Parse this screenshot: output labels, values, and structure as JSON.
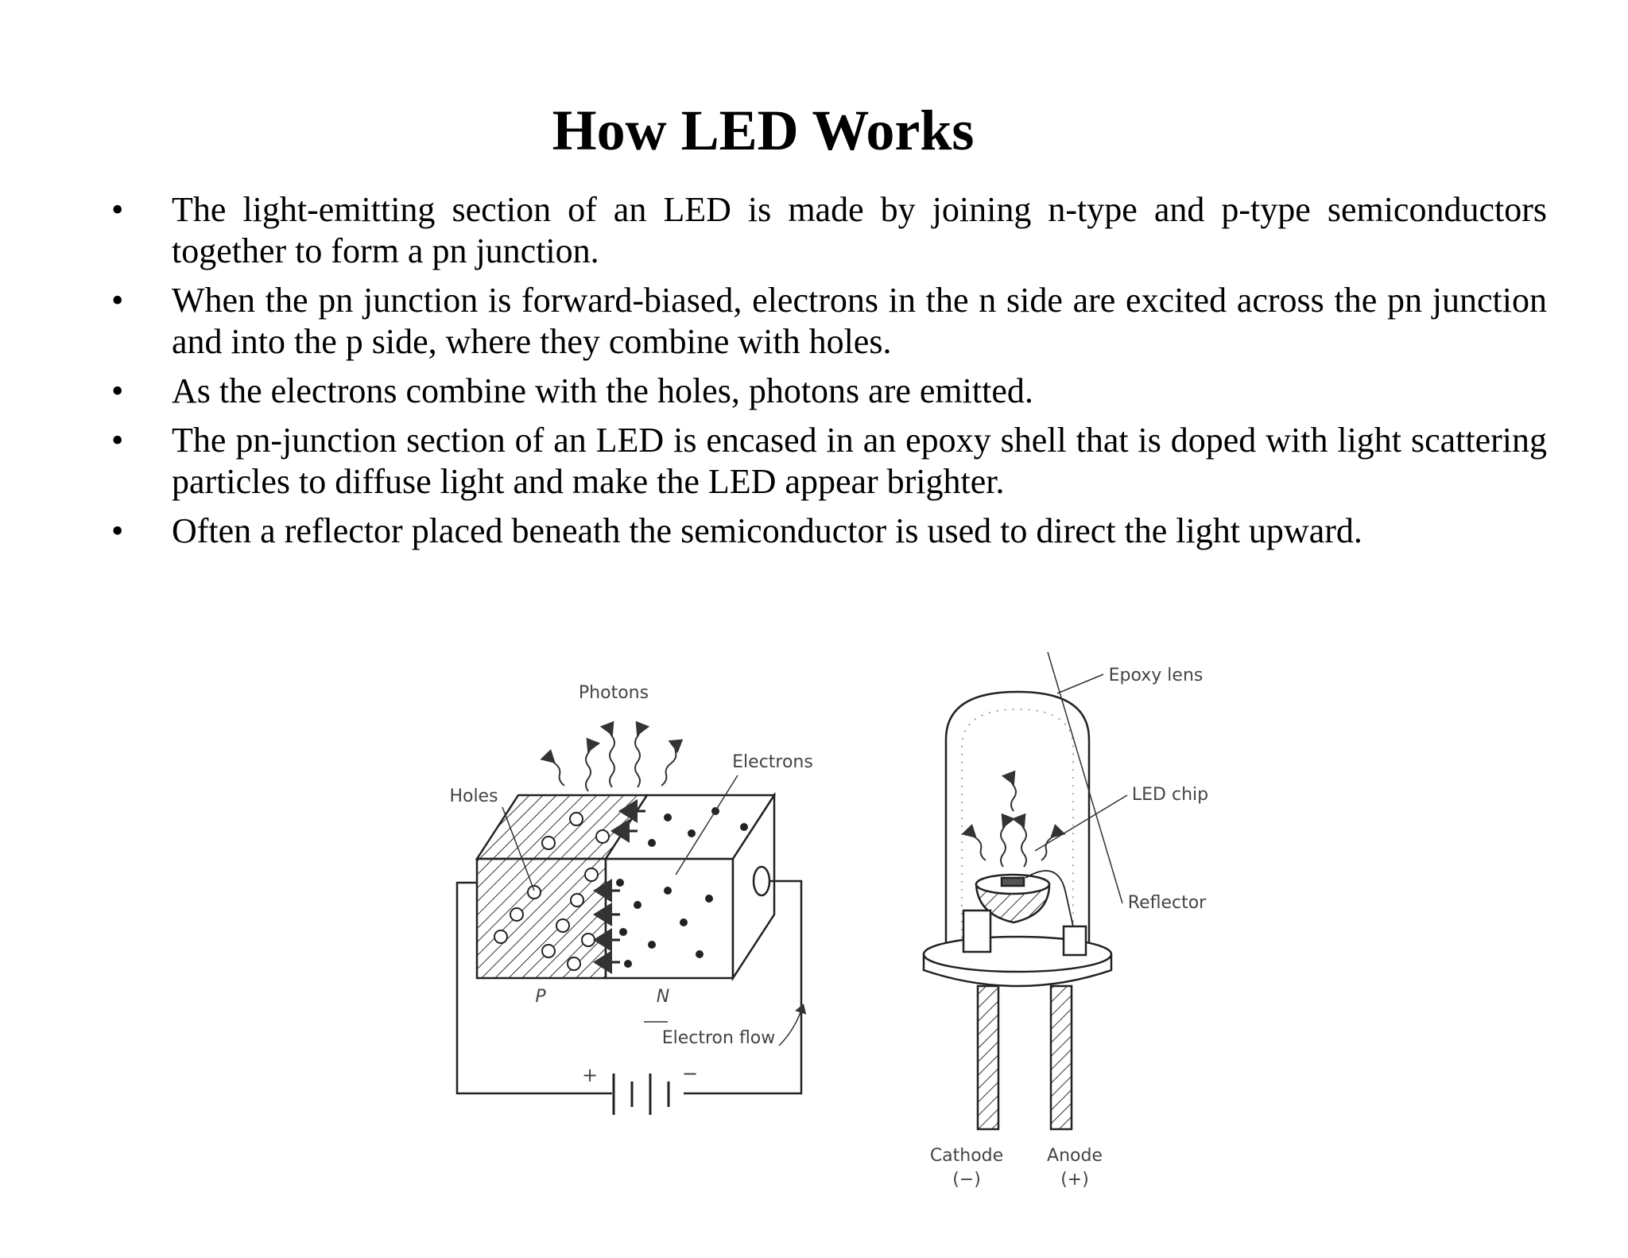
{
  "title": "How LED Works",
  "bullet_symbol": "•",
  "bullets": [
    "The light-emitting section of an LED is made by joining n-type and p-type semiconductors together to form a pn junction.",
    "When the pn junction is forward-biased, electrons in the n side are excited across the pn junction and into the p side, where they combine with holes.",
    "As the electrons combine with the holes, photons are emitted.",
    "The pn-junction section of an LED is encased in an epoxy shell that is doped with light scattering particles to diffuse light and make the LED appear brighter.",
    "Often a reflector placed beneath the semiconductor is used to direct the light upward."
  ],
  "figure": {
    "junction": {
      "photons": "Photons",
      "electrons": "Electrons",
      "holes": "Holes",
      "p": "P",
      "n": "N",
      "electron_flow": "Electron flow",
      "plus": "+",
      "minus": "−"
    },
    "led": {
      "epoxy_lens": "Epoxy lens",
      "led_chip": "LED chip",
      "reflector": "Reflector",
      "cathode": "Cathode",
      "cathode_sign": "(−)",
      "anode": "Anode",
      "anode_sign": "(+)"
    }
  }
}
